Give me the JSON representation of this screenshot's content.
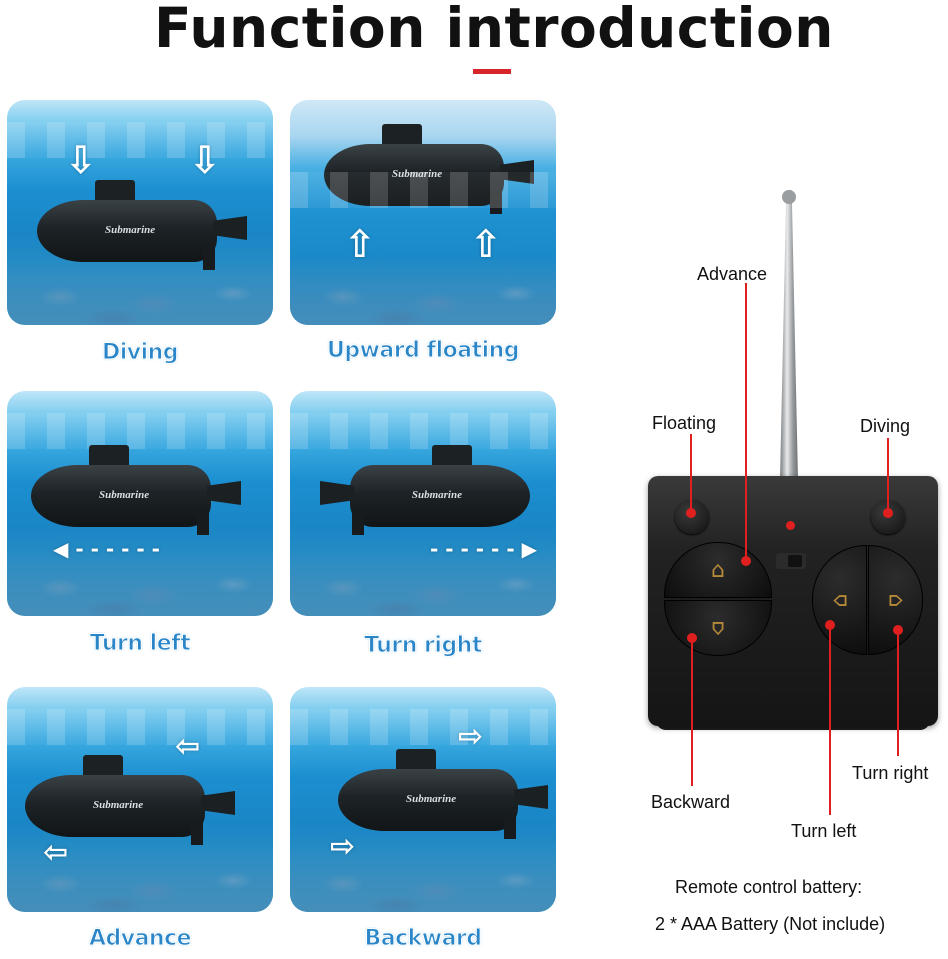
{
  "title": "Function introduction",
  "colors": {
    "accent": "#d7262b",
    "caption_blue": "#2a86c8",
    "indicator_red": "#e0201e"
  },
  "tiles": [
    {
      "caption": "Diving",
      "brand": "Submarine",
      "icon": "down-arrow-icon"
    },
    {
      "caption": "Upward floating",
      "brand": "Submarine",
      "icon": "up-arrow-icon"
    },
    {
      "caption": "Turn left",
      "brand": "Submarine",
      "icon": "curved-arrow-icon"
    },
    {
      "caption": "Turn right",
      "brand": "Submarine",
      "icon": "curved-arrow-icon"
    },
    {
      "caption": "Advance",
      "brand": "Submarine",
      "icon": "left-arrow-icon"
    },
    {
      "caption": "Backward",
      "brand": "Submarine",
      "icon": "right-arrow-icon"
    }
  ],
  "remote": {
    "labels": {
      "advance": "Advance",
      "floating": "Floating",
      "diving": "Diving",
      "backward": "Backward",
      "turn_left": "Turn left",
      "turn_right": "Turn right"
    }
  },
  "battery_note": {
    "line1": "Remote control battery:",
    "line2": "2 * AAA Battery (Not include)"
  }
}
